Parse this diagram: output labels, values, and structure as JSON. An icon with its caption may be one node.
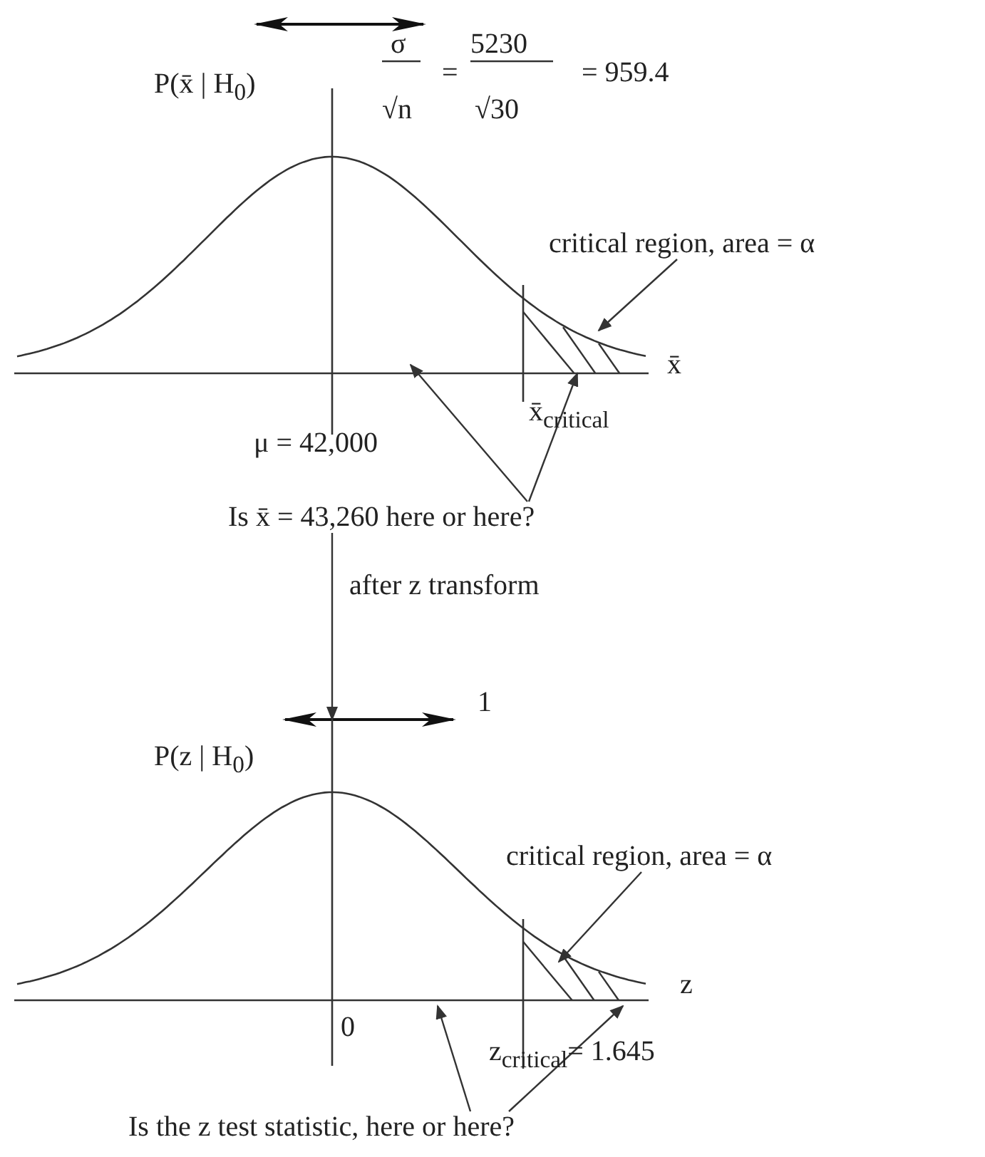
{
  "diagram": {
    "nodes": [
      {
        "text": [],
        "shape": "picture"
      },
      {
        "text": [
          "critical region, area = α"
        ]
      },
      {
        "text": [
          "Is x̄ = 43,260 here or here?"
        ]
      },
      {
        "text": [],
        "shape": "picture"
      },
      {
        "text": [
          "critical region, area = α"
        ]
      },
      {
        "text": [
          "Is the z test statistic, here or here?"
        ]
      }
    ],
    "edges": [
      {
        "from": 1,
        "to": 0,
        "arrow": "to"
      },
      {
        "from": 2,
        "to": 0,
        "arrow": "to"
      },
      {
        "from": 2,
        "to": 0,
        "arrow": "to"
      },
      {
        "from": 2,
        "to": 3,
        "arrow": "to",
        "label": "after z transform"
      },
      {
        "from": 4,
        "to": 3,
        "arrow": "to"
      },
      {
        "from": 5,
        "to": 3,
        "arrow": "to"
      },
      {
        "from": 5,
        "to": 3,
        "arrow": "to"
      }
    ],
    "labels": [
      "P(x̄ | H$_{0}$)",
      "σ",
      "√n",
      "=",
      "5230",
      "√30",
      "= 959.4",
      "x̄",
      "x̄$_{critical}$",
      "μ = 42,000",
      "1",
      "P(z | H$_{0}$)",
      "z",
      "0",
      "z$_{critical}$= 1.645"
    ]
  }
}
